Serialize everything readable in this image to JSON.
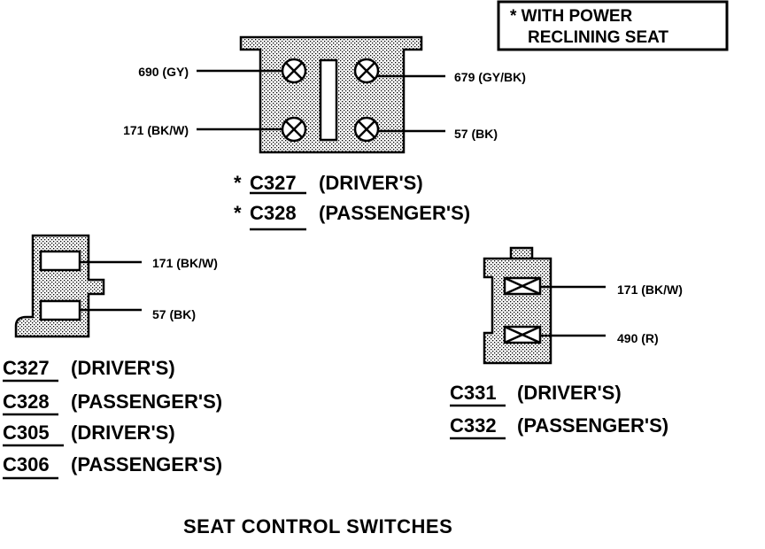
{
  "note": {
    "line1": "* WITH POWER",
    "line2": "RECLINING SEAT"
  },
  "top_connector": {
    "wires": {
      "top_left": "690 (GY)",
      "bottom_left": "171 (BK/W)",
      "top_right": "679 (GY/BK)",
      "bottom_right": "57 (BK)"
    },
    "labels": [
      {
        "prefix": "*",
        "id": "C327",
        "desc": "(DRIVER'S)"
      },
      {
        "prefix": "*",
        "id": "C328",
        "desc": "(PASSENGER'S)"
      }
    ]
  },
  "left_connector": {
    "wires": {
      "top": "171 (BK/W)",
      "bottom": "57 (BK)"
    },
    "labels": [
      {
        "id": "C327",
        "desc": "(DRIVER'S)"
      },
      {
        "id": "C328",
        "desc": "(PASSENGER'S)"
      },
      {
        "id": "C305",
        "desc": "(DRIVER'S)"
      },
      {
        "id": "C306",
        "desc": "(PASSENGER'S)"
      }
    ]
  },
  "right_connector": {
    "wires": {
      "top": "171 (BK/W)",
      "bottom": "490 (R)"
    },
    "labels": [
      {
        "id": "C331",
        "desc": "(DRIVER'S)"
      },
      {
        "id": "C332",
        "desc": "(PASSENGER'S)"
      }
    ]
  },
  "title": "SEAT CONTROL SWITCHES"
}
